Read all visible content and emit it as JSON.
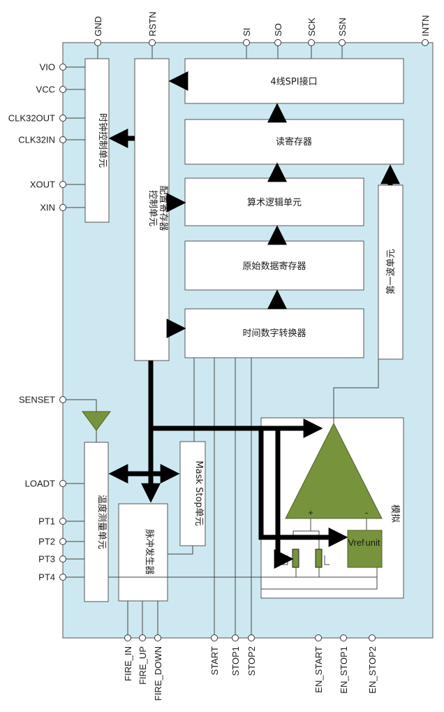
{
  "pins": {
    "top": [
      "GND",
      "RSTN",
      "SI",
      "SO",
      "SCK",
      "SSN",
      "INTN"
    ],
    "left": [
      "VIO",
      "VCC",
      "CLK32OUT",
      "CLK32IN",
      "XOUT",
      "XIN",
      "SENSET",
      "LOADT",
      "PT1",
      "PT2",
      "PT3",
      "PT4"
    ],
    "bottom": [
      "FIRE_IN",
      "FIRE_UP",
      "FIRE_DOWN",
      "START",
      "STOP1",
      "STOP2",
      "EN_START",
      "EN_STOP1",
      "EN_STOP2"
    ]
  },
  "blocks": {
    "spi": "4线SPI接口",
    "read_reg": "读寄存器",
    "alu": "算术逻辑单元",
    "raw_reg": "原始数据寄存器",
    "tdc": "时间数字转换器",
    "first_wave": "第一波单元",
    "clock": "时钟控制单元",
    "control_line1": "控制单元",
    "control_line2": "配置寄存器",
    "mask_stop": "Mask Stop单元",
    "temp": "温度测量单元",
    "pulse": "脉冲发生器",
    "analog": "模拟",
    "vref_line1": "Vref",
    "vref_line2": "unit",
    "comp_plus": "+",
    "comp_minus": "-"
  },
  "colors": {
    "chip_bg": "#cde8f0",
    "block_bg": "#ffffff",
    "comparator": "#77933c",
    "arrow": "#000000"
  }
}
